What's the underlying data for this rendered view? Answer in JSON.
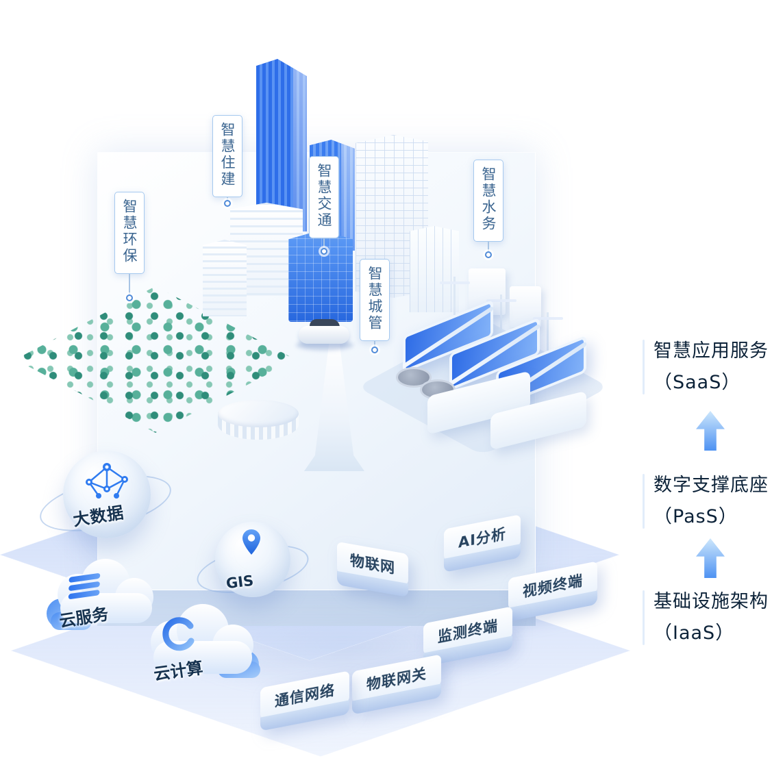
{
  "colors": {
    "accent_blue": "#2f7bf0",
    "light_blue": "#cfe2fb",
    "tree_teal": "#4aa38f",
    "text_navy": "#0c2238",
    "callout_text": "#3a648f"
  },
  "callouts": [
    {
      "label": "智慧环保"
    },
    {
      "label": "智慧住建"
    },
    {
      "label": "智慧交通"
    },
    {
      "label": "智慧城管"
    },
    {
      "label": "智慧水务"
    }
  ],
  "paas_items": {
    "big_data": {
      "label": "大数据"
    },
    "gis": {
      "label": "GIS"
    },
    "iot": {
      "label": "物联网"
    },
    "ai_analysis": {
      "label": "AI分析"
    }
  },
  "iaas_items": {
    "cloud_service": {
      "label": "云服务"
    },
    "cloud_computing": {
      "label": "云计算"
    },
    "comm_network": {
      "label": "通信网络"
    },
    "iot_gateway": {
      "label": "物联网关"
    },
    "monitor_terminal": {
      "label": "监测终端"
    },
    "video_terminal": {
      "label": "视频终端"
    }
  },
  "tiers": [
    {
      "title": "智慧应用服务",
      "subtitle": "（SaaS）"
    },
    {
      "title": "数字支撑底座",
      "subtitle": "（PasS）"
    },
    {
      "title": "基础设施架构",
      "subtitle": "（IaaS）"
    }
  ]
}
